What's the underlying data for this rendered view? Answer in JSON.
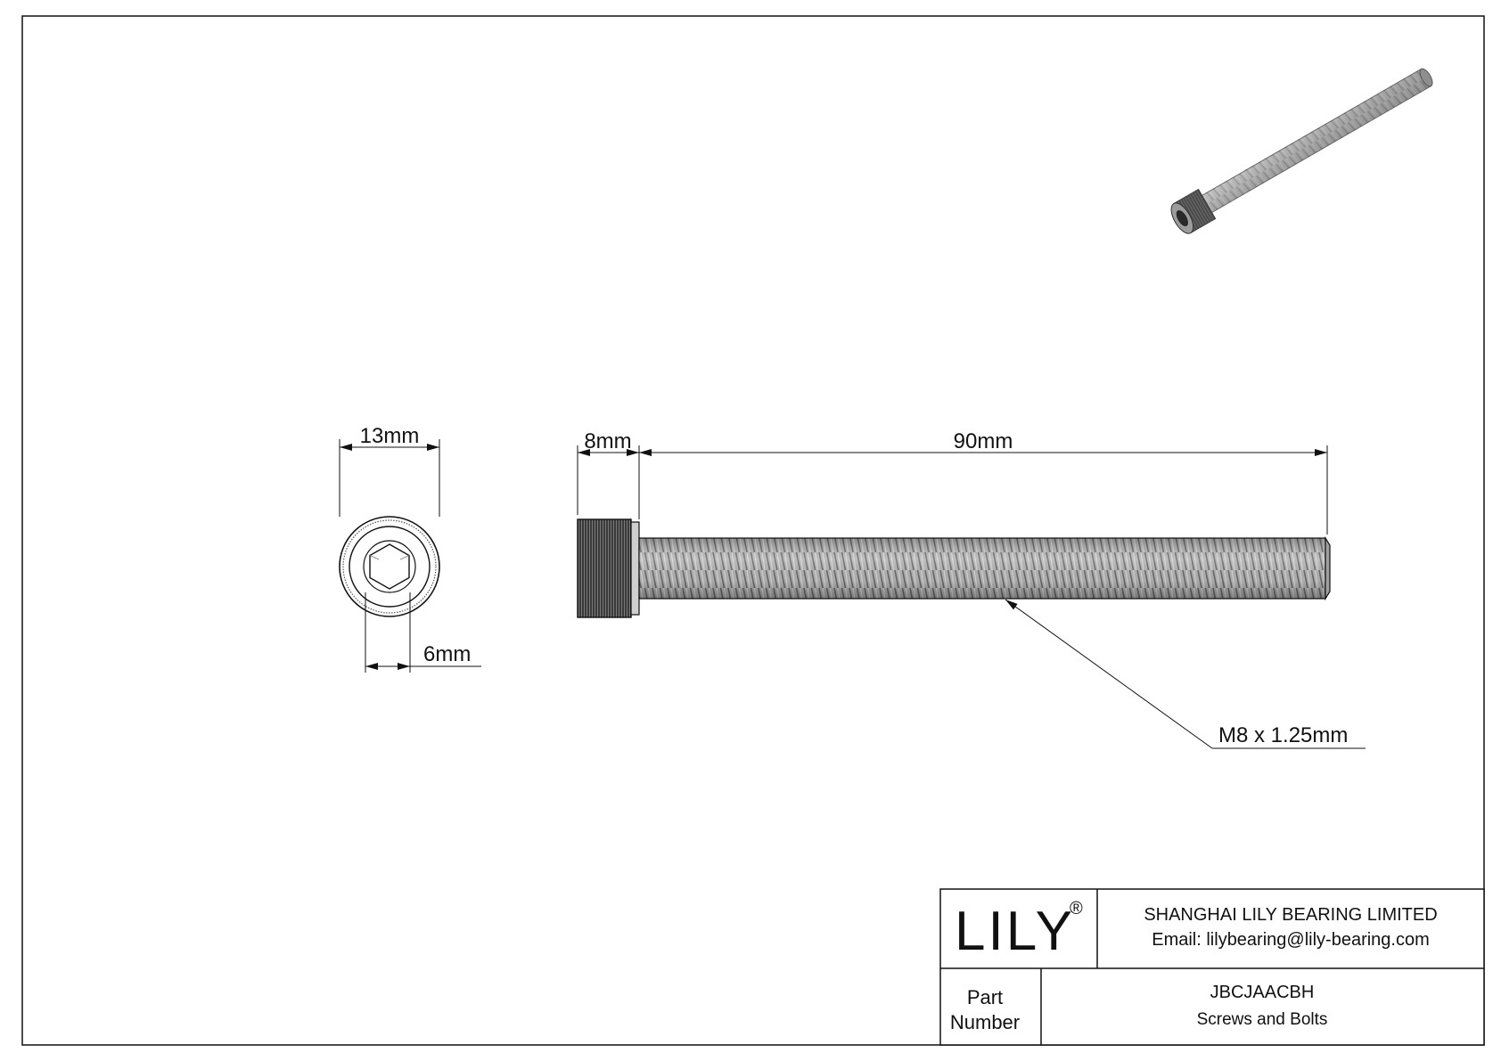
{
  "drawing": {
    "dimensions": {
      "head_diameter": "13mm",
      "hex_socket": "6mm",
      "head_height": "8mm",
      "length": "90mm",
      "thread": "M8 x 1.25mm"
    }
  },
  "title_block": {
    "logo_text": "LILY",
    "logo_mark": "®",
    "company": "SHANGHAI LILY BEARING LIMITED",
    "email": "Email: lilybearing@lily-bearing.com",
    "part_label_line1": "Part",
    "part_label_line2": "Number",
    "part_number": "JBCJAACBH",
    "category": "Screws and Bolts"
  },
  "colors": {
    "line": "#111111",
    "metal": "#a8a8a8",
    "metal_dark": "#555555"
  }
}
